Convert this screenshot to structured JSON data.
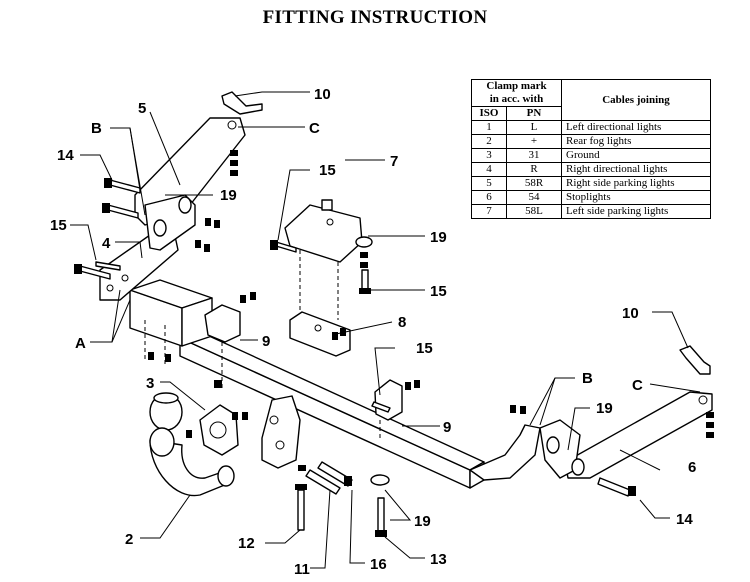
{
  "title": "FITTING INSTRUCTION",
  "table": {
    "header_clamp_line1": "Clamp mark",
    "header_clamp_line2": "in acc. with",
    "header_iso": "ISO",
    "header_pn": "PN",
    "header_cables": "Cables joining",
    "rows": [
      {
        "iso": "1",
        "pn": "L",
        "desc": "Left directional lights"
      },
      {
        "iso": "2",
        "pn": "+",
        "desc": "Rear fog lights"
      },
      {
        "iso": "3",
        "pn": "31",
        "desc": "Ground"
      },
      {
        "iso": "4",
        "pn": "R",
        "desc": "Right directional lights"
      },
      {
        "iso": "5",
        "pn": "58R",
        "desc": "Right side parking lights"
      },
      {
        "iso": "6",
        "pn": "54",
        "desc": "Stoplights"
      },
      {
        "iso": "7",
        "pn": "58L",
        "desc": "Left side parking lights"
      }
    ]
  },
  "labels": {
    "l10a": "10",
    "l5": "5",
    "lB1": "B",
    "lC1": "C",
    "l14a": "14",
    "l19a": "19",
    "l15a": "15",
    "l7": "7",
    "l15b": "15",
    "l4": "4",
    "l19b": "19",
    "l15c": "15",
    "l8": "8",
    "lA": "A",
    "l9a": "9",
    "l15d": "15",
    "l3": "3",
    "l9b": "9",
    "l10b": "10",
    "lB2": "B",
    "lC2": "C",
    "l19c": "19",
    "l6": "6",
    "l14b": "14",
    "l2": "2",
    "l12": "12",
    "l11": "11",
    "l16": "16",
    "l19d": "19",
    "l13": "13"
  }
}
